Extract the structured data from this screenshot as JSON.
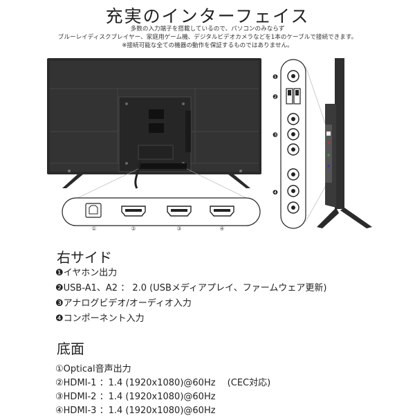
{
  "header": {
    "title": "充実のインターフェイス",
    "lines": [
      "多数の入力端子を搭載しているので、パソコンのみならず",
      "ブルーレイディスクプレイヤー、家庭用ゲーム機、デジタルビデオカメラなどを1本のケーブルで接続できます。",
      "※接続可能な全ての機器の動作を保証するものではありません。"
    ]
  },
  "figure": {
    "bottom_labels": [
      "①",
      "②",
      "③",
      "④"
    ],
    "side_numbers": [
      "❶",
      "❷",
      "❸",
      "❹"
    ]
  },
  "right_side": {
    "heading": "右サイド",
    "items": [
      "❶イヤホン出力",
      "❷USB-A1、A2 ： 2.0 (USBメディアプレイ、ファームウェア更新)",
      "❸アナログビデオ/オーディオ入力",
      "❹コンポーネント入力"
    ]
  },
  "bottom": {
    "heading": "底面",
    "items": [
      "①Optical音声出力",
      "②HDMI-1 ：1.4 (1920x1080)@60Hz　 (CEC対応)",
      "③HDMI-2 ：1.4 (1920x1080)@60Hz",
      "④HDMI-3 ：1.4 (1920x1080)@60Hz"
    ]
  }
}
